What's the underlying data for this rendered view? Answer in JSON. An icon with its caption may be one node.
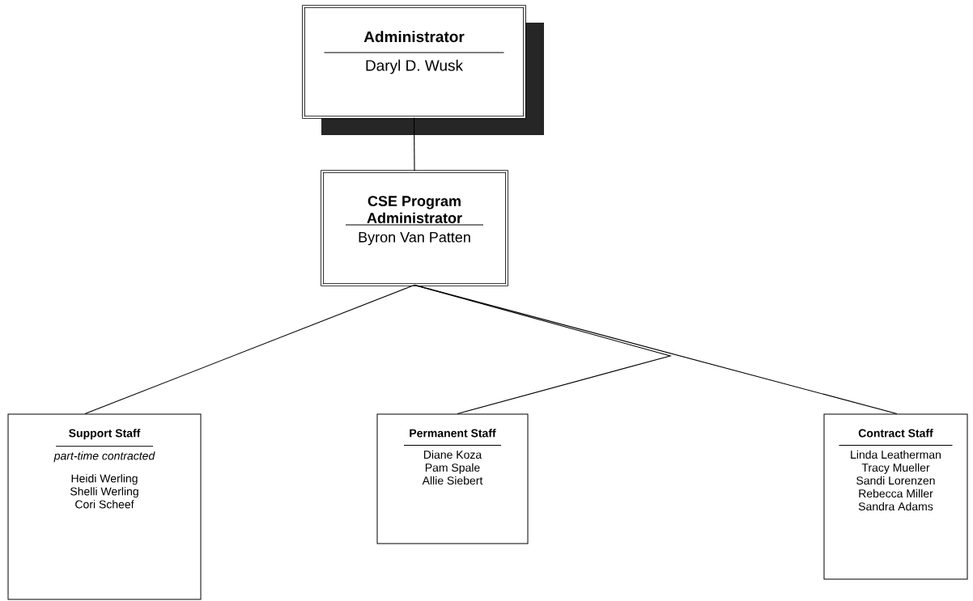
{
  "diagram": {
    "nodes": [
      {
        "text": [
          "Administrator",
          "Daryl D. Wusk"
        ]
      },
      {
        "text": [
          "CSE Program Administrator",
          "Byron Van Patten"
        ]
      },
      {
        "text": [
          "Support Staff",
          "part-time contracted",
          "Heidi Werling",
          "Shelli Werling",
          "Cori Scheef"
        ]
      },
      {
        "text": [
          "Permanent Staff",
          "Diane Koza",
          "Pam Spale",
          "Allie Siebert"
        ]
      },
      {
        "text": [
          "Contract Staff",
          "Linda Leatherman",
          "Tracy Mueller",
          "Sandi Lorenzen",
          "Rebecca Miller",
          "Sandra Adams"
        ]
      }
    ],
    "edges": [
      {
        "from": 0,
        "to": 1,
        "arrow": "none"
      },
      {
        "from": 1,
        "to": 2,
        "arrow": "none"
      },
      {
        "from": 1,
        "to": 3,
        "arrow": "none"
      },
      {
        "from": 1,
        "to": 4,
        "arrow": "none"
      }
    ]
  }
}
